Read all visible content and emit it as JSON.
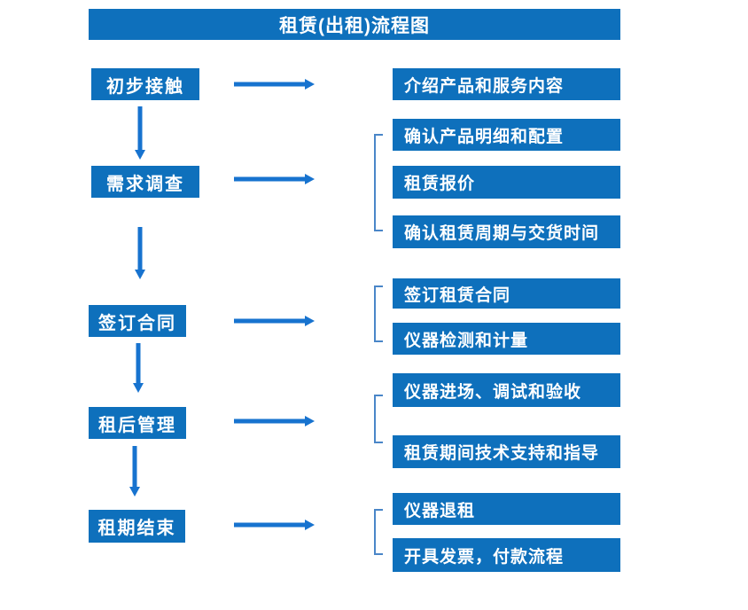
{
  "title": "租赁(出租)流程图",
  "colors": {
    "box_blue": "#0e70bc",
    "arrow_blue": "#1773cf",
    "bracket_blue": "#4a86c8",
    "text_white": "#ffffff"
  },
  "stages": [
    {
      "label": "初步接触",
      "outputs": [
        "介绍产品和服务内容"
      ]
    },
    {
      "label": "需求调查",
      "outputs": [
        "确认产品明细和配置",
        "租赁报价",
        "确认租赁周期与交货时间"
      ]
    },
    {
      "label": "签订合同",
      "outputs": [
        "签订租赁合同",
        "仪器检测和计量"
      ]
    },
    {
      "label": "租后管理",
      "outputs": [
        "仪器进场、调试和验收",
        "租赁期间技术支持和指导"
      ]
    },
    {
      "label": "租期结束",
      "outputs": [
        "仪器退租",
        "开具发票，付款流程"
      ]
    }
  ]
}
